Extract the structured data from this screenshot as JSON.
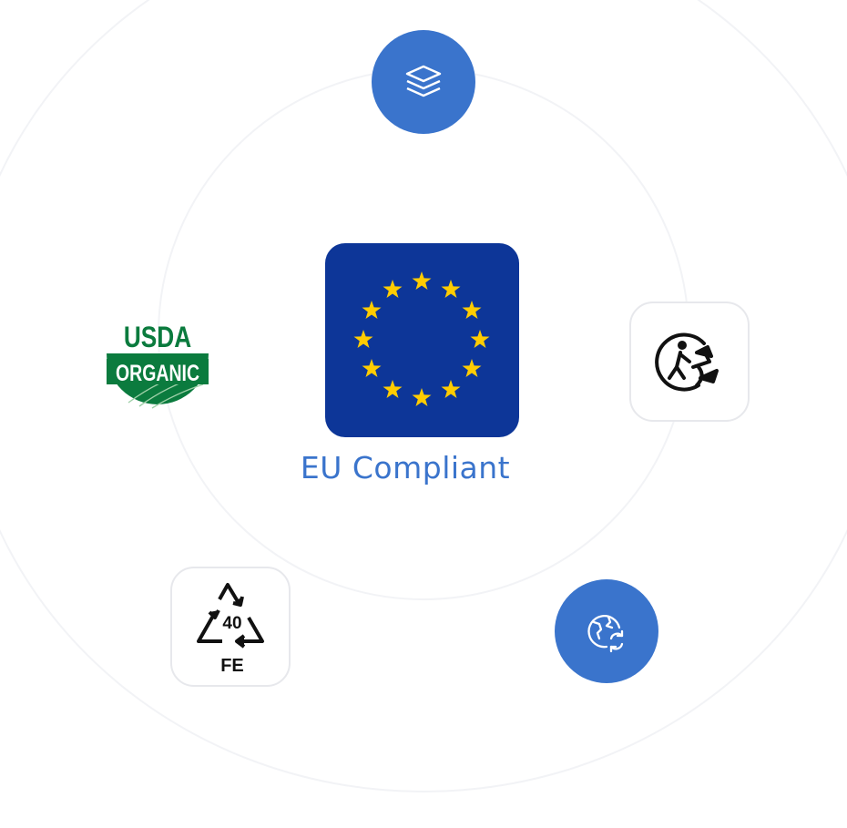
{
  "center": {
    "title": "EU Compliant"
  },
  "badges": {
    "usda": {
      "line1": "USDA",
      "line2": "ORGANIC"
    },
    "recycle_steel": {
      "code": "40",
      "material": "FE"
    }
  },
  "icons": {
    "top": "layers-icon",
    "right": "triman-icon",
    "bottom_right": "globe-refresh-icon",
    "left": "usda-organic-seal",
    "bottom_left": "recycle-fe-icon"
  },
  "colors": {
    "accent": "#3a74cc",
    "eu_blue": "#0d3698",
    "eu_star": "#ffcc00",
    "usda_green": "#0b7b3e"
  }
}
